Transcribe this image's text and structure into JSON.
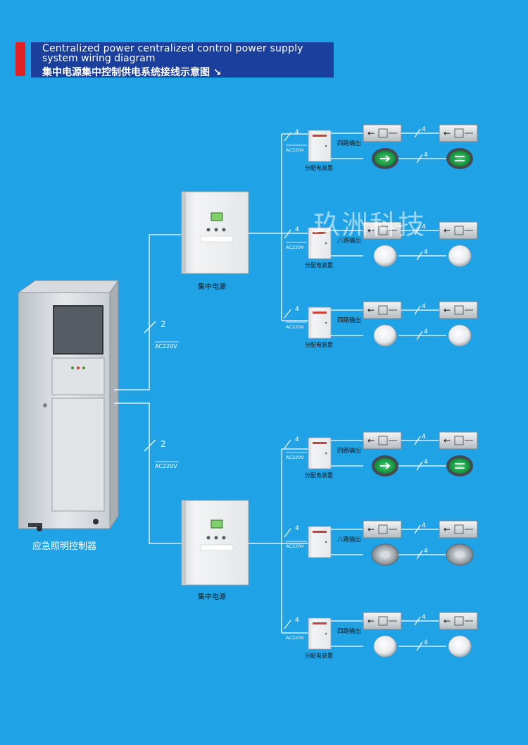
{
  "header": {
    "title_en_line1": "Centralized power centralized control power supply",
    "title_en_line2": "system wiring diagram",
    "title_cn": "集中电源集中控制供电系统接线示意图 ↘"
  },
  "watermark": "玖洲科技",
  "controller": {
    "label": "应急照明控制器"
  },
  "trunk": {
    "count": "2",
    "voltage": "AC220V"
  },
  "power_units": [
    {
      "label": "集中电源"
    },
    {
      "label": "集中电源"
    }
  ],
  "branch": {
    "count": "4",
    "voltage": "AC220V",
    "box_label": "分配电装置"
  },
  "fixture_link_count": "4",
  "exit_sign_text": "←",
  "branches": [
    {
      "output_label": "四路输出",
      "bottom": "arrow-light",
      "show_box_label": true
    },
    {
      "output_label": "八路输出",
      "bottom": "dome-light",
      "show_box_label": true
    },
    {
      "output_label": "四路输出",
      "bottom": "dome-light",
      "show_box_label": true
    },
    {
      "output_label": "四路输出",
      "bottom": "arrow-light",
      "show_box_label": true
    },
    {
      "output_label": "八路输出",
      "bottom": "disc-light",
      "show_box_label": false
    },
    {
      "output_label": "四路输出",
      "bottom": "dome-light",
      "show_box_label": true
    }
  ],
  "colors": {
    "background": "#1fa2e6",
    "accent_red": "#e32323",
    "header_band": "#1b3f9c",
    "line": "#ffffff"
  }
}
